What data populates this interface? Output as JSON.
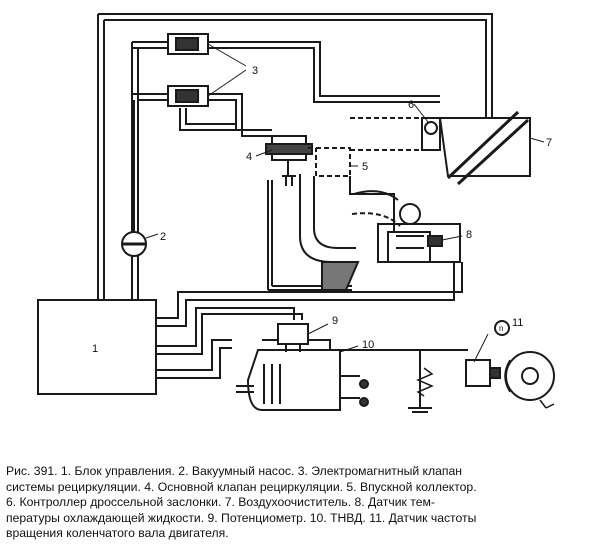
{
  "diagram": {
    "labels": [
      "1",
      "2",
      "3",
      "4",
      "5",
      "6",
      "7",
      "8",
      "9",
      "10",
      "11"
    ],
    "tach_symbol": "n"
  },
  "caption": {
    "lines": [
      "Рис. 391. 1. Блок управления. 2. Вакуумный насос. 3. Электромагнитный клапан",
      "системы рециркуляции. 4. Основной клапан рециркуляции. 5. Впускной коллектор.",
      "6. Контроллер дроссельной заслонки. 7. Воздухоочиститель. 8. Датчик тем-",
      "пературы охлаждающей жидкости. 9. Потенциометр. 10. ТНВД. 11. Датчик частоты",
      "вращения коленчатого вала двигателя."
    ]
  }
}
